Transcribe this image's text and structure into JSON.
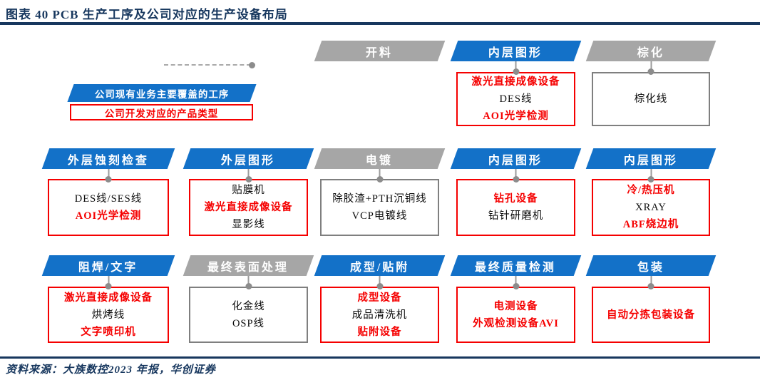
{
  "title": "图表 40   PCB 生产工序及公司对应的生产设备布局",
  "source_note": "资料来源：大族数控2023 年报，华创证券",
  "legend": {
    "covered_process_label": "公司现有业务主要覆盖的工序",
    "developed_product_label": "公司开发对应的产品类型"
  },
  "colors": {
    "title_navy": "#17375e",
    "stage_blue": "#1371c8",
    "stage_gray": "#a6a6a6",
    "highlight_red": "#f50000",
    "plain_border_gray": "#7f7f7f"
  },
  "rows": [
    {
      "cells": [
        {
          "stage": "开料",
          "type": "gray"
        },
        {
          "stage": "内层图形",
          "type": "blue",
          "equipment": {
            "border": "red",
            "lines": [
              {
                "text": "激光直接成像设备",
                "color": "red"
              },
              {
                "text": "DES线",
                "color": "black"
              },
              {
                "text": "AOI光学检测",
                "color": "red"
              }
            ]
          }
        },
        {
          "stage": "棕化",
          "type": "gray",
          "equipment": {
            "border": "gray",
            "lines": [
              {
                "text": "棕化线",
                "color": "black"
              }
            ]
          }
        }
      ]
    },
    {
      "cells": [
        {
          "stage": "外层蚀刻检查",
          "type": "blue",
          "equipment": {
            "border": "red",
            "lines": [
              {
                "text": "DES线/SES线",
                "color": "black"
              },
              {
                "text": "AOI光学检测",
                "color": "red"
              }
            ]
          }
        },
        {
          "stage": "外层图形",
          "type": "blue",
          "equipment": {
            "border": "red",
            "lines": [
              {
                "text": "贴膜机",
                "color": "black"
              },
              {
                "text": "激光直接成像设备",
                "color": "red"
              },
              {
                "text": "显影线",
                "color": "black"
              }
            ]
          }
        },
        {
          "stage": "电镀",
          "type": "gray",
          "equipment": {
            "border": "gray",
            "lines": [
              {
                "text": "除胶渣+PTH沉铜线",
                "color": "black"
              },
              {
                "text": "VCP电镀线",
                "color": "black"
              }
            ]
          }
        },
        {
          "stage": "内层图形",
          "type": "blue",
          "equipment": {
            "border": "red",
            "lines": [
              {
                "text": "钻孔设备",
                "color": "red"
              },
              {
                "text": "钻针研磨机",
                "color": "black"
              }
            ]
          }
        },
        {
          "stage": "内层图形",
          "type": "blue",
          "equipment": {
            "border": "red",
            "lines": [
              {
                "text": "冷/热压机",
                "color": "red"
              },
              {
                "text": "XRAY",
                "color": "black"
              },
              {
                "text": "ABF烧边机",
                "color": "red"
              }
            ]
          }
        }
      ]
    },
    {
      "cells": [
        {
          "stage": "阻焊/文字",
          "type": "blue",
          "equipment": {
            "border": "red",
            "lines": [
              {
                "text": "激光直接成像设备",
                "color": "red"
              },
              {
                "text": "烘烤线",
                "color": "black"
              },
              {
                "text": "文字喷印机",
                "color": "red"
              }
            ]
          }
        },
        {
          "stage": "最终表面处理",
          "type": "gray",
          "equipment": {
            "border": "gray",
            "lines": [
              {
                "text": "化金线",
                "color": "black"
              },
              {
                "text": "OSP线",
                "color": "black"
              }
            ]
          }
        },
        {
          "stage": "成型/贴附",
          "type": "blue",
          "equipment": {
            "border": "red",
            "lines": [
              {
                "text": "成型设备",
                "color": "red"
              },
              {
                "text": "成品清洗机",
                "color": "black"
              },
              {
                "text": "贴附设备",
                "color": "red"
              }
            ]
          }
        },
        {
          "stage": "最终质量检测",
          "type": "blue",
          "equipment": {
            "border": "red",
            "lines": [
              {
                "text": "电测设备",
                "color": "red"
              },
              {
                "text": "外观检测设备AVI",
                "color": "red"
              }
            ]
          }
        },
        {
          "stage": "包装",
          "type": "blue",
          "equipment": {
            "border": "red",
            "lines": [
              {
                "text": "自动分拣包装设备",
                "color": "red"
              }
            ]
          }
        }
      ]
    }
  ]
}
